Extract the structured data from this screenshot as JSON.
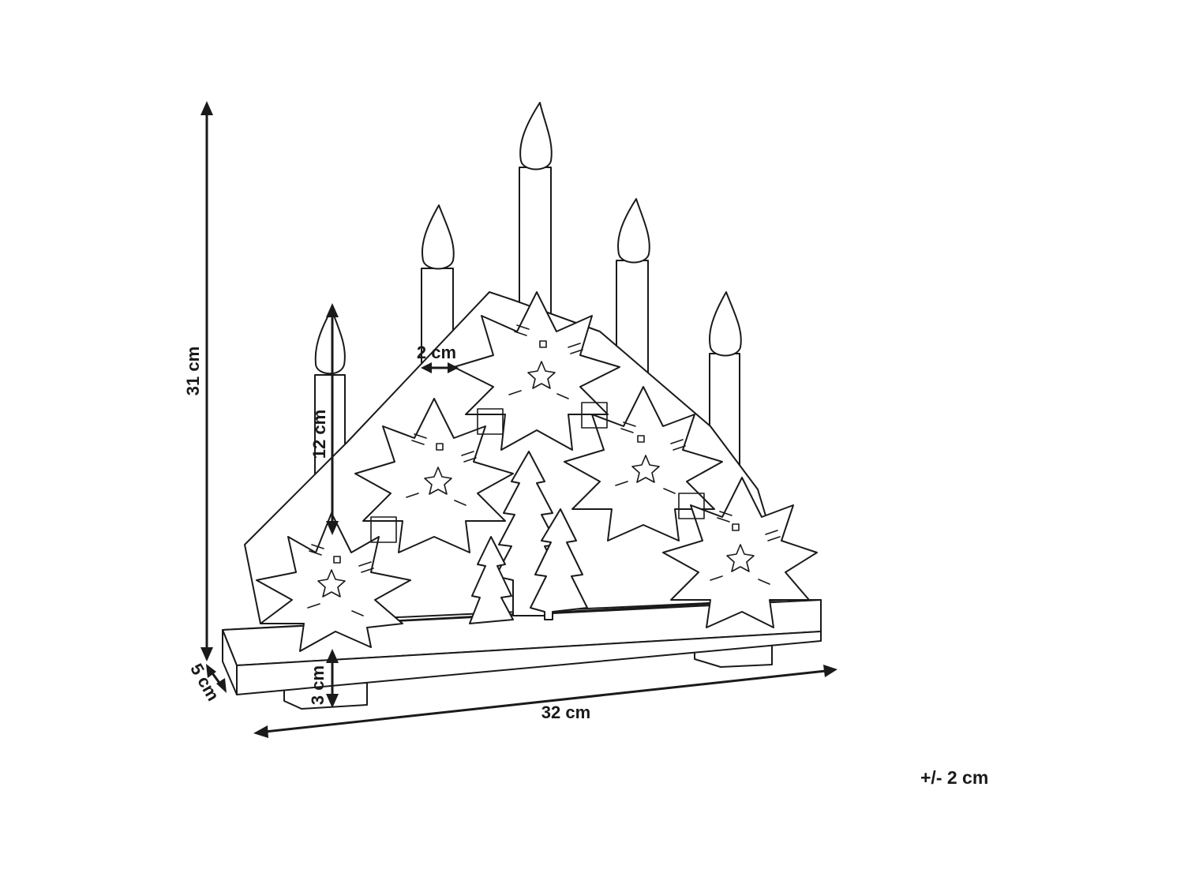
{
  "dimensions": {
    "height_total": "31 cm",
    "depth": "5 cm",
    "width": "32 cm",
    "candle_height": "12 cm",
    "candle_diameter": "2 cm",
    "base_height": "3 cm"
  },
  "tolerance": "+/- 2 cm"
}
